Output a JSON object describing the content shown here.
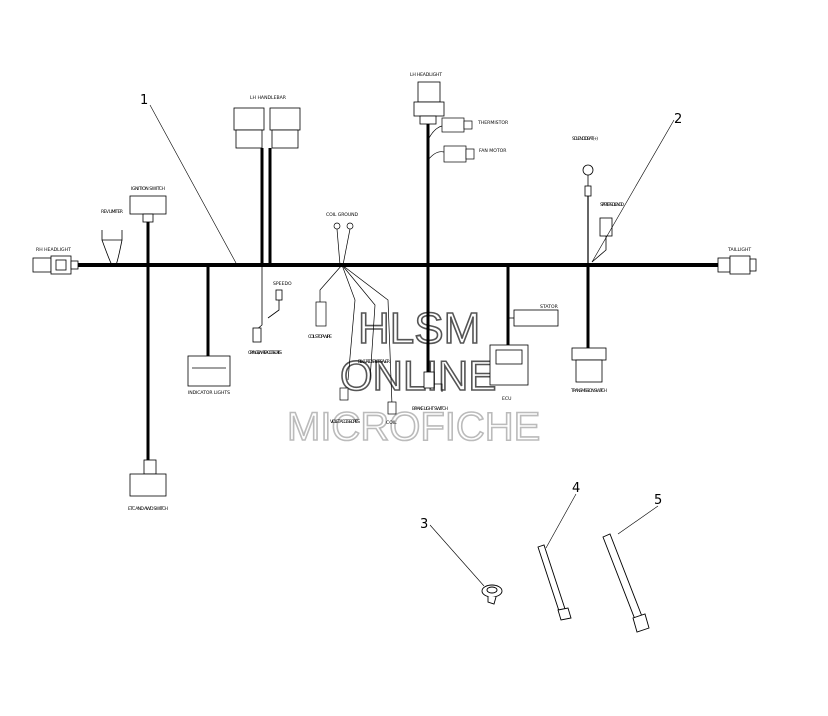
{
  "callouts": [
    "1",
    "2",
    "3",
    "4",
    "5"
  ],
  "labels": {
    "rh_headlight": "RH HEADLIGHT",
    "rev_limiter": "REV LIMITER",
    "ignition_switch": "IGNITION SWITCH",
    "lh_handlebar": "LH HANDLEBAR",
    "lh_headlight": "LH HEADLIGHT",
    "thermistor": "THERMISTOR",
    "fan_motor": "FAN MOTOR",
    "solenoid": "SOLENOID BAT (+)",
    "starter_solenoid": "STARTER SOLENOID",
    "taillight": "TAILLIGHT",
    "coil_ground": "COIL GROUND",
    "speedo": "SPEEDO",
    "orange_white_accessories": "ORANGE/WHITE ACCESSORIES",
    "coil_stop_wire": "COIL STOP WIRE",
    "indicator_lights": "INDICATOR LIGHTS",
    "stator": "STATOR",
    "black_red_splice": "BLK & RED SPLICE SAVER",
    "violet_accessories": "VIOLET ACCESSORIES",
    "coil": "COIL",
    "brake_light_switch": "BRAKE LIGHT SWITCH",
    "ecu": "ECU",
    "transmission_switch": "TRANSMISSION SWITCH",
    "etc_awd_switch": "ETC AND AWD SWITCH"
  },
  "watermark": {
    "line1": "HLSM",
    "line2": "ONLINE",
    "line3": "MICROFICHE"
  }
}
